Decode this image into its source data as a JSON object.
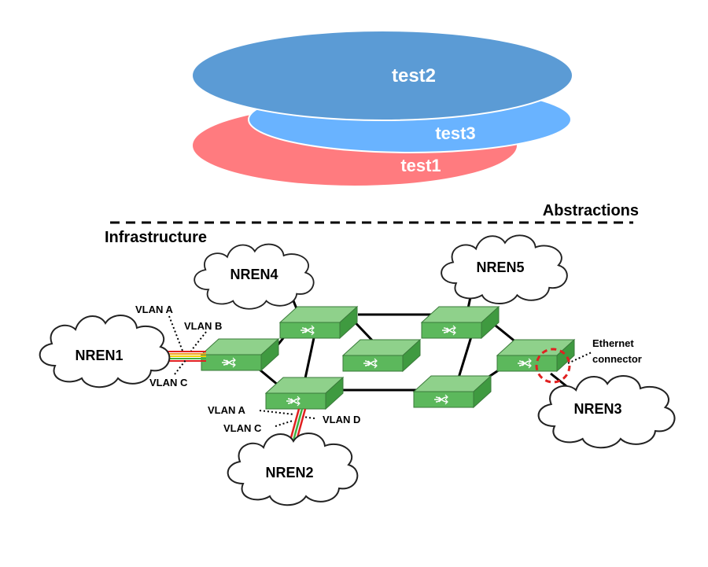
{
  "colors": {
    "test1": "#ff7b7f",
    "test2": "#5b9bd5",
    "test3": "#69b3ff",
    "switch_top": "#8fd18b",
    "switch_front": "#5cb85c",
    "switch_side": "#3f9a40",
    "dashed_circle": "#e02020"
  },
  "overlays": [
    {
      "id": "test1",
      "label": "test1"
    },
    {
      "id": "test3",
      "label": "test3"
    },
    {
      "id": "test2",
      "label": "test2"
    }
  ],
  "divider": {
    "abstractions_label": "Abstractions",
    "infrastructure_label": "Infrastructure"
  },
  "clouds": [
    {
      "id": "nren1",
      "label": "NREN1"
    },
    {
      "id": "nren2",
      "label": "NREN2"
    },
    {
      "id": "nren3",
      "label": "NREN3"
    },
    {
      "id": "nren4",
      "label": "NREN4"
    },
    {
      "id": "nren5",
      "label": "NREN5"
    }
  ],
  "vlan_labels": {
    "nren1_a": "VLAN A",
    "nren1_b": "VLAN B",
    "nren1_c": "VLAN C",
    "nren2_a": "VLAN A",
    "nren2_c": "VLAN C",
    "nren2_d": "VLAN D"
  },
  "ethernet": {
    "line1": "Ethernet",
    "line2": "connector"
  }
}
